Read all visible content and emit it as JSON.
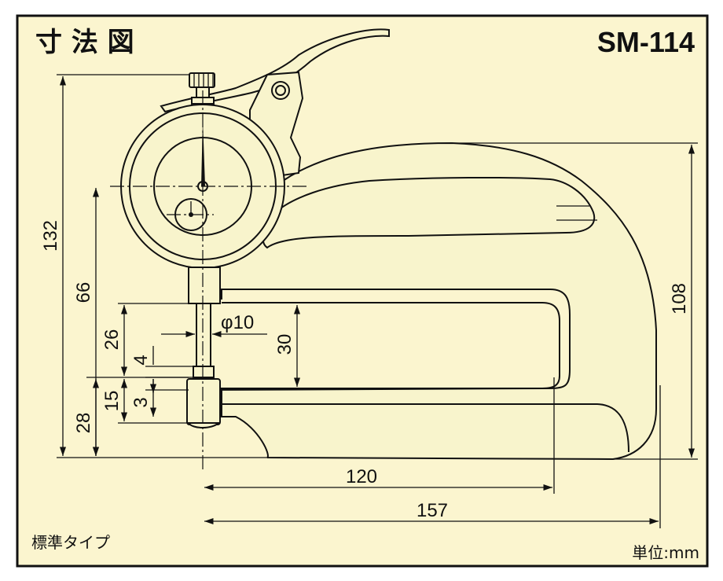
{
  "diagram": {
    "title": "寸 法 図",
    "model": "SM-114",
    "type_label": "標準タイプ",
    "unit_label": "単位:mm",
    "colors": {
      "background": "#fbf5cf",
      "border": "#111111",
      "line": "#111111"
    },
    "dimensions": {
      "overall_height": "132",
      "right_height": "108",
      "dial_center_height": "66",
      "throat_depth_opening": "30",
      "upper_gap": "26",
      "spindle_diameter": "φ10",
      "spindle_top": "4",
      "anvil_gap": "15",
      "anvil_offset": "3",
      "anvil_height": "28",
      "throat_depth": "120",
      "overall_length": "157"
    }
  }
}
